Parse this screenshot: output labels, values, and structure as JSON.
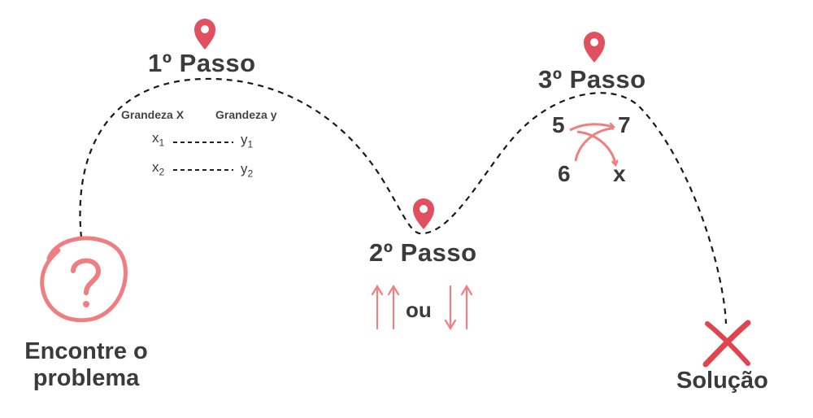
{
  "steps": {
    "step1": "1º Passo",
    "step2": "2º Passo",
    "step3": "3º Passo"
  },
  "start": {
    "line1": "Encontre o",
    "line2": "problema"
  },
  "end": {
    "label": "Solução"
  },
  "table": {
    "col_x": "Grandeza X",
    "col_y": "Grandeza y",
    "row1": {
      "x": "x",
      "x_sub": "1",
      "y": "y",
      "y_sub": "1"
    },
    "row2": {
      "x": "x",
      "x_sub": "2",
      "y": "y",
      "y_sub": "2"
    }
  },
  "arrows": {
    "or_label": "ou"
  },
  "cross": {
    "a": "5",
    "b": "7",
    "c": "6",
    "d": "x"
  },
  "colors": {
    "accent": "#e0505f",
    "light_accent": "#f08080",
    "text": "#3b3b3b",
    "path": "#1a1a1a"
  },
  "icons": [
    "location-pin-icon",
    "question-mark-icon",
    "x-mark-icon",
    "arrow-up-icon",
    "arrow-down-icon",
    "curved-arrow-icon"
  ]
}
